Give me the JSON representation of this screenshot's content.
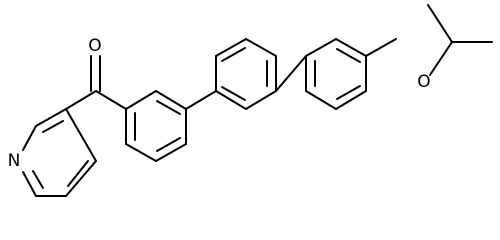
{
  "atoms": {
    "carbonyl_oxygen": "O",
    "ether_oxygen": "O",
    "pyridine_nitrogen": "N"
  }
}
